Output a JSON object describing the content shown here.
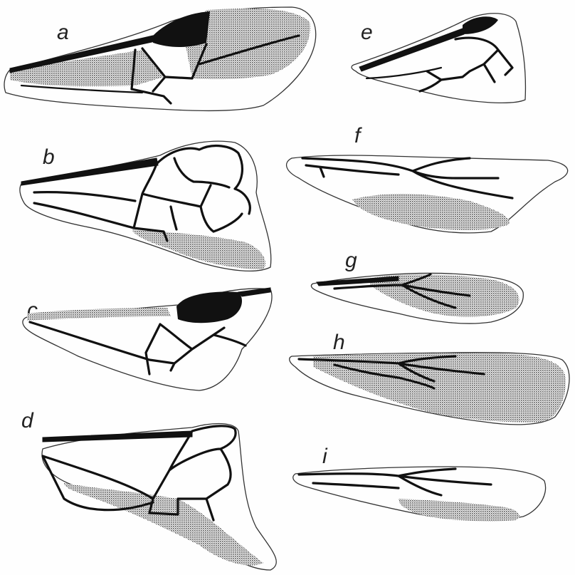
{
  "panels": [
    {
      "id": "a",
      "label": "a"
    },
    {
      "id": "b",
      "label": "b"
    },
    {
      "id": "c",
      "label": "c"
    },
    {
      "id": "d",
      "label": "d"
    },
    {
      "id": "e",
      "label": "e"
    },
    {
      "id": "f",
      "label": "f"
    },
    {
      "id": "g",
      "label": "g"
    },
    {
      "id": "h",
      "label": "h"
    },
    {
      "id": "i",
      "label": "i"
    }
  ],
  "style": {
    "ink": "#111111",
    "stipple": "#555555",
    "background": "#fefefe"
  }
}
